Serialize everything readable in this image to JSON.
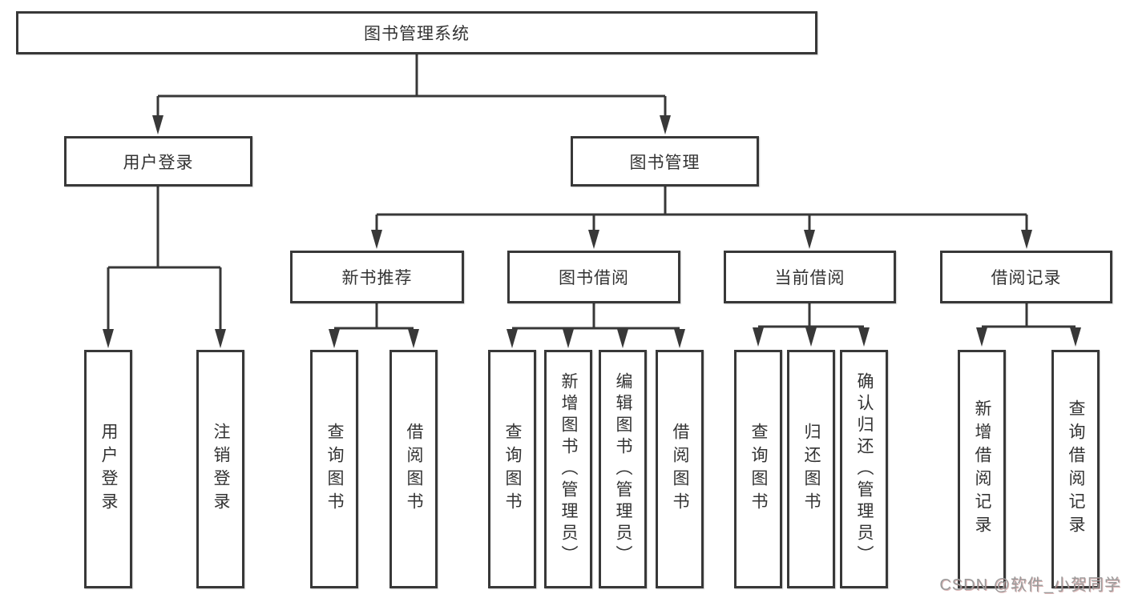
{
  "tree": {
    "root": {
      "label": "图书管理系统"
    },
    "branches": [
      {
        "label": "用户登录",
        "children": [
          {
            "label": "用户登录"
          },
          {
            "label": "注销登录"
          }
        ]
      },
      {
        "label": "图书管理",
        "sections": [
          {
            "label": "新书推荐",
            "children": [
              {
                "label": "查询图书"
              },
              {
                "label": "借阅图书"
              }
            ]
          },
          {
            "label": "图书借阅",
            "children": [
              {
                "label": "查询图书"
              },
              {
                "label": "新增图书（管理员）"
              },
              {
                "label": "编辑图书（管理员）"
              },
              {
                "label": "借阅图书"
              }
            ]
          },
          {
            "label": "当前借阅",
            "children": [
              {
                "label": "查询图书"
              },
              {
                "label": "归还图书"
              },
              {
                "label": "确认归还（管理员）"
              }
            ]
          },
          {
            "label": "借阅记录",
            "children": [
              {
                "label": "新增借阅记录"
              },
              {
                "label": "查询借阅记录"
              }
            ]
          }
        ]
      }
    ]
  },
  "watermark": {
    "text": "CSDN @软件_小贺同学"
  },
  "colors": {
    "line": "#383838",
    "text": "#333333",
    "watermark": "#9b9b9b"
  }
}
